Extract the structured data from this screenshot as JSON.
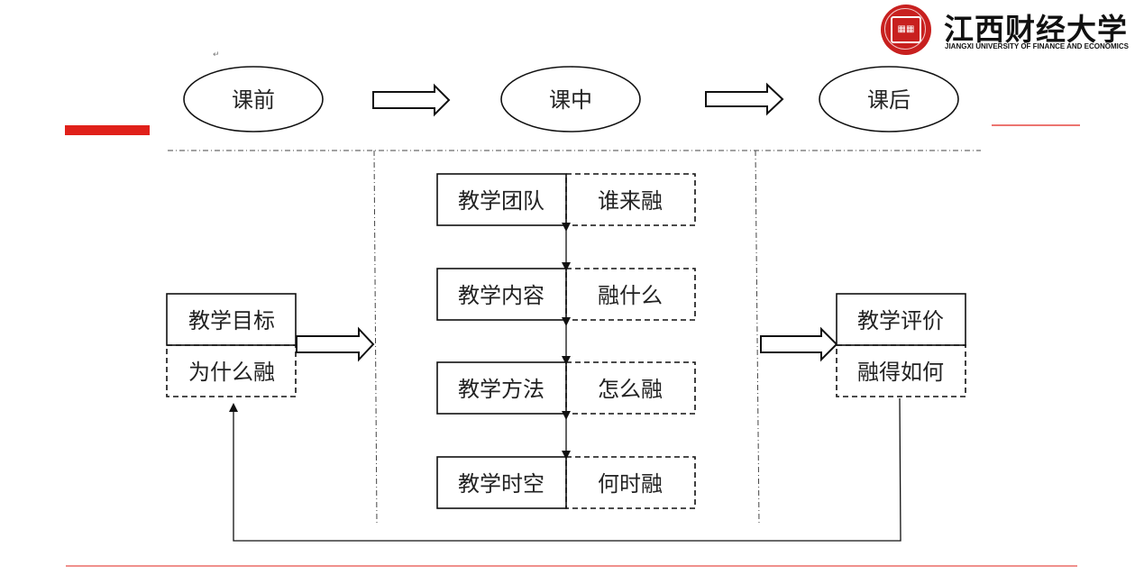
{
  "header": {
    "university_cn": "江西财经大学",
    "university_en": "JIANGXI UNIVERSITY OF FINANCE AND ECONOMICS",
    "logo_icon": "university-seal-icon",
    "brand_color": "#c8201f"
  },
  "stages": [
    {
      "label": "课前"
    },
    {
      "label": "课中"
    },
    {
      "label": "课后"
    }
  ],
  "left": {
    "title": "教学目标",
    "question": "为什么融"
  },
  "middle": [
    {
      "label": "教学团队",
      "question": "谁来融"
    },
    {
      "label": "教学内容",
      "question": "融什么"
    },
    {
      "label": "教学方法",
      "question": "怎么融"
    },
    {
      "label": "教学时空",
      "question": "何时融"
    }
  ],
  "right": {
    "title": "教学评价",
    "question": "融得如何"
  }
}
